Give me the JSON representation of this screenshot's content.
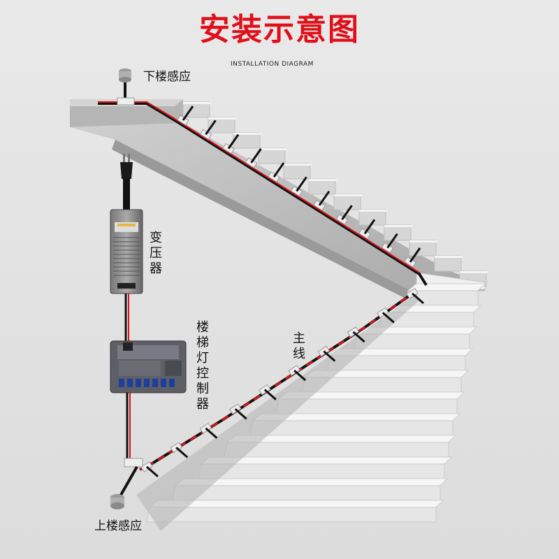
{
  "title": "安装示意图",
  "subtitle": "INSTALLATION DIAGRAM",
  "labels": {
    "top_sensor": "下楼感应",
    "bottom_sensor": "上楼感应",
    "transformer": "变压器",
    "controller": "楼梯灯控制器",
    "main_wire": "主线"
  },
  "colors": {
    "title": "#e0101a",
    "wire_red": "#d9141c",
    "wire_black": "#111111",
    "stair_side": "#b8b8b8",
    "step_face": "#ededed"
  },
  "icons": [
    "power-plug-icon",
    "transformer-icon",
    "controller-icon",
    "motion-sensor-icon"
  ]
}
